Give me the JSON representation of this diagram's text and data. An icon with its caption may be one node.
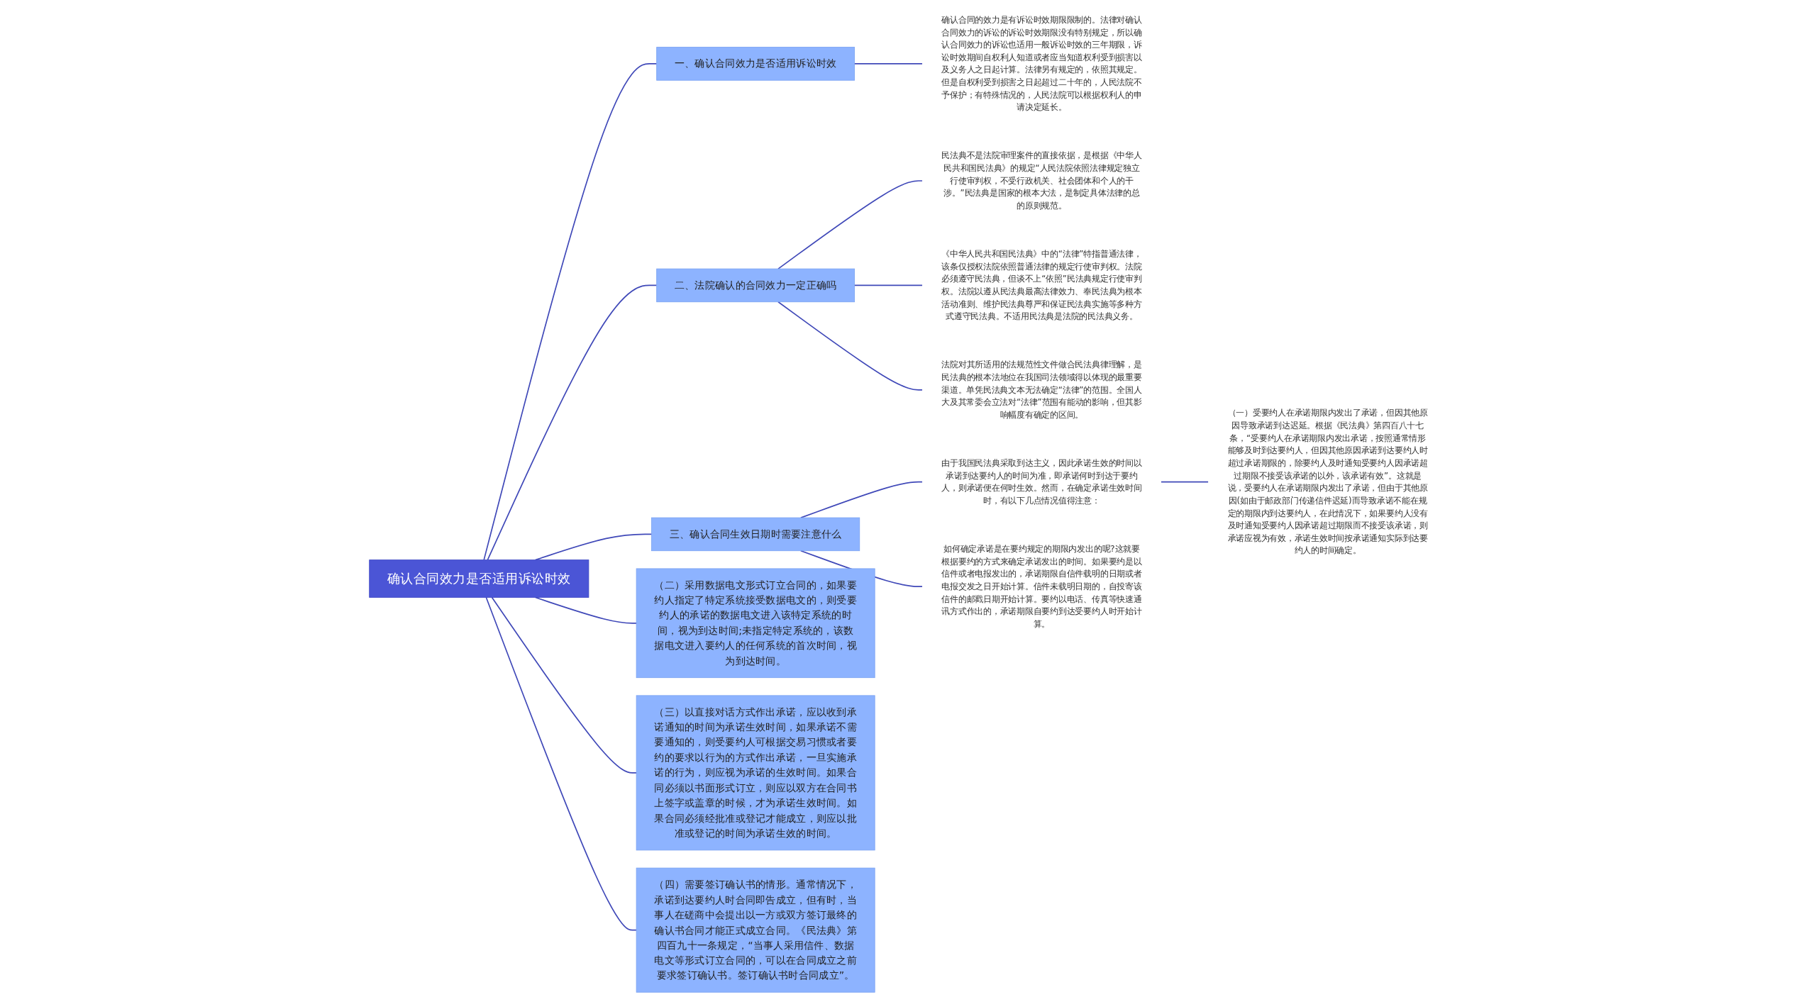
{
  "diagram": {
    "nodes": [
      {
        "text": [
          "确认合同效力是否适用诉讼时效"
        ]
      },
      {
        "text": [
          "一、确认合同效力是否适用诉讼时效"
        ]
      },
      {
        "text": [
          "确认合同的效力是有诉讼时效期限限制的。法律对确认合同效力的诉讼的诉讼时效期限没有特别规定，所以确认合同效力的诉讼也适用一般诉讼时效的三年期限，诉讼时效期间自权利人知道或者应当知道权利受到损害以及义务人之日起计算。法律另有规定的，依照其规定。但是自权利受到损害之日起超过二十年的，人民法院不予保护；有特殊情况的，人民法院可以根据权利人的申请决定延长。"
        ]
      },
      {
        "text": [
          "二、法院确认的合同效力一定正确吗"
        ]
      },
      {
        "text": [
          "民法典不是法院审理案件的直接依据，是根据《中华人民共和国民法典》的规定“人民法院依照法律规定独立行使审判权，不受行政机关、社会团体和个人的干涉。”民法典是国家的根本大法，是制定具体法律的总的原则规范。"
        ]
      },
      {
        "text": [
          "《中华人民共和国民法典》中的“法律”特指普通法律，该条仅授权法院依照普通法律的规定行使审判权。法院必须遵守民法典，但谈不上“依照”民法典规定行使审判权。法院以遵从民法典最高法律效力、奉民法典为根本活动准则、维护民法典尊严和保证民法典实施等多种方式遵守民法典。不适用民法典是法院的民法典义务。"
        ]
      },
      {
        "text": [
          "法院对其所适用的法规范性文件做合民法典律理解，是民法典的根本法地位在我国司法领域得以体现的最重要渠道。单凭民法典文本无法确定“法律”的范围。全国人大及其常委会立法对“法律”范围有能动的影响，但其影响幅度有确定的区间。"
        ]
      },
      {
        "text": [
          "三、确认合同生效日期时需要注意什么"
        ]
      },
      {
        "text": [
          "由于我国民法典采取到达主义，因此承诺生效的时间以承诺到达要约人的时间为准，即承诺何时到达于要约人，则承诺便在何时生效。然而，在确定承诺生效时间时，有以下几点情况值得注意："
        ]
      },
      {
        "text": [
          "（一）受要约人在承诺期限内发出了承诺，但因其他原因导致承诺到达迟延。根据《民法典》第四百八十七条，“受要约人在承诺期限内发出承诺，按照通常情形能够及时到达要约人，但因其他原因承诺到达要约人时超过承诺期限的，除要约人及时通知受要约人因承诺超过期限不接受该承诺的以外，该承诺有效”。这就是说，受要约人在承诺期限内发出了承诺，但由于其他原因(如由于邮政部门传递信件迟延)而导致承诺不能在规定的期限内到达要约人，在此情况下，如果要约人没有及时通知受要约人因承诺超过期限而不接受该承诺，则承诺应视为有效，承诺生效时间按承诺通知实际到达要约人的时间确定。"
        ]
      },
      {
        "text": [
          "如何确定承诺是在要约规定的期限内发出的呢?这就要根据要约的方式来确定承诺发出的时间。如果要约是以信件或者电报发出的，承诺期限自信件载明的日期或者电报交发之日开始计算。信件未载明日期的，自投寄该信件的邮戳日期开始计算。要约以电话、传真等快速通讯方式作出的，承诺期限自要约到达受要约人时开始计算。"
        ]
      },
      {
        "text": [
          "（二）采用数据电文形式订立合同的，如果要约人指定了特定系统接受数据电文的，则受要约人的承诺的数据电文进入该特定系统的时间，视为到达时间;未指定特定系统的，该数据电文进入要约人的任何系统的首次时间，视为到达时间。"
        ]
      },
      {
        "text": [
          "（三）以直接对话方式作出承诺，应以收到承诺通知的时间为承诺生效时间，如果承诺不需要通知的，则受要约人可根据交易习惯或者要约的要求以行为的方式作出承诺，一旦实施承诺的行为，则应视为承诺的生效时间。如果合同必须以书面形式订立，则应以双方在合同书上签字或盖章的时候，才为承诺生效时间。如果合同必须经批准或登记才能成立，则应以批准或登记的时间为承诺生效的时间。"
        ]
      },
      {
        "text": [
          "（四）需要签订确认书的情形。通常情况下，承诺到达要约人时合同即告成立，但有时，当事人在磋商中会提出以一方或双方签订最终的确认书合同才能正式成立合同。《民法典》第四百九十一条规定，“当事人采用信件、数据电文等形式订立合同的，可以在合同成立之前要求签订确认书。签订确认书时合同成立”。"
        ]
      }
    ],
    "edges": [
      {
        "from": 0,
        "to": 1,
        "arrow": "none"
      },
      {
        "from": 1,
        "to": 2,
        "arrow": "none"
      },
      {
        "from": 0,
        "to": 3,
        "arrow": "none"
      },
      {
        "from": 3,
        "to": 4,
        "arrow": "none"
      },
      {
        "from": 3,
        "to": 5,
        "arrow": "none"
      },
      {
        "from": 3,
        "to": 6,
        "arrow": "none"
      },
      {
        "from": 0,
        "to": 7,
        "arrow": "none"
      },
      {
        "from": 7,
        "to": 8,
        "arrow": "none"
      },
      {
        "from": 8,
        "to": 9,
        "arrow": "none"
      },
      {
        "from": 7,
        "to": 10,
        "arrow": "none"
      },
      {
        "from": 0,
        "to": 11,
        "arrow": "none"
      },
      {
        "from": 0,
        "to": 12,
        "arrow": "none"
      },
      {
        "from": 0,
        "to": 13,
        "arrow": "none"
      }
    ]
  }
}
